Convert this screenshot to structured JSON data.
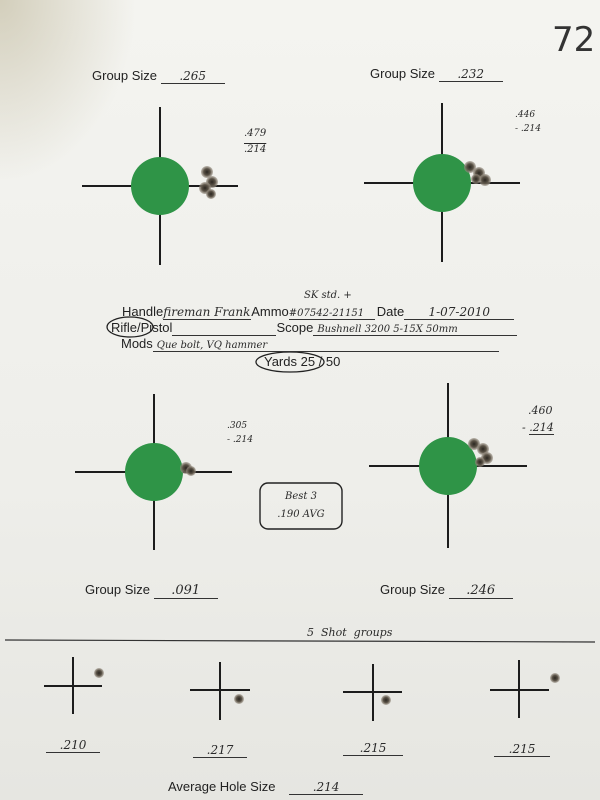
{
  "page_number": "72",
  "group_size_label": "Group Size",
  "targets": [
    {
      "group_size": ".265",
      "note_top": ".479",
      "note_bottom": ".214"
    },
    {
      "group_size": ".232",
      "note_top": ".446",
      "note_bottom": ".214"
    },
    {
      "group_size": ".091",
      "note_top": ".305",
      "note_bottom": ".214"
    },
    {
      "group_size": ".246",
      "note_top": ".460",
      "note_bottom": ".214"
    }
  ],
  "form": {
    "handle_label": "Handle",
    "handle_value": "fireman Frank",
    "ammo_label": "Ammo",
    "ammo_note": "SK std. +",
    "ammo_value": "#07542-21151",
    "date_label": "Date",
    "date_value": "1-07-2010",
    "rifle_label": "Rifle",
    "pistol_label": "Pistol",
    "scope_label": "Scope",
    "scope_value": "Bushnell 3200 5-15X 50mm",
    "mods_label": "Mods",
    "mods_value": "Que bolt, VQ hammer",
    "yards_label": "Yards 25",
    "yards_alt": "50"
  },
  "best_box": {
    "line1": "Best 3",
    "line2": ".190 AVG"
  },
  "five_shot_title": "5  Shot  groups",
  "small_groups": [
    ".210",
    ".217",
    ".215",
    ".215"
  ],
  "average_label": "Average Hole Size",
  "average_value": ".214",
  "colors": {
    "bullseye": "#2f9447",
    "ink": "#1c1c1c",
    "paper": "#f2f2ee"
  }
}
